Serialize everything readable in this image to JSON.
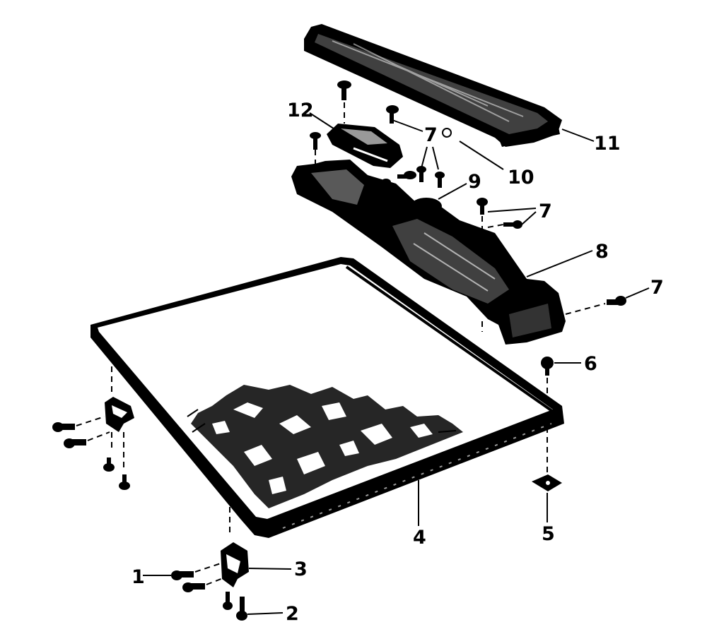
{
  "diagram": {
    "callouts": [
      {
        "id": "c1",
        "label": "1"
      },
      {
        "id": "c2",
        "label": "2"
      },
      {
        "id": "c3",
        "label": "3"
      },
      {
        "id": "c4",
        "label": "4"
      },
      {
        "id": "c5",
        "label": "5"
      },
      {
        "id": "c6",
        "label": "6"
      },
      {
        "id": "c7a",
        "label": "7"
      },
      {
        "id": "c7b",
        "label": "7"
      },
      {
        "id": "c7c",
        "label": "7"
      },
      {
        "id": "c8",
        "label": "8"
      },
      {
        "id": "c9",
        "label": "9"
      },
      {
        "id": "c10",
        "label": "10"
      },
      {
        "id": "c11",
        "label": "11"
      },
      {
        "id": "c12",
        "label": "12"
      }
    ]
  }
}
